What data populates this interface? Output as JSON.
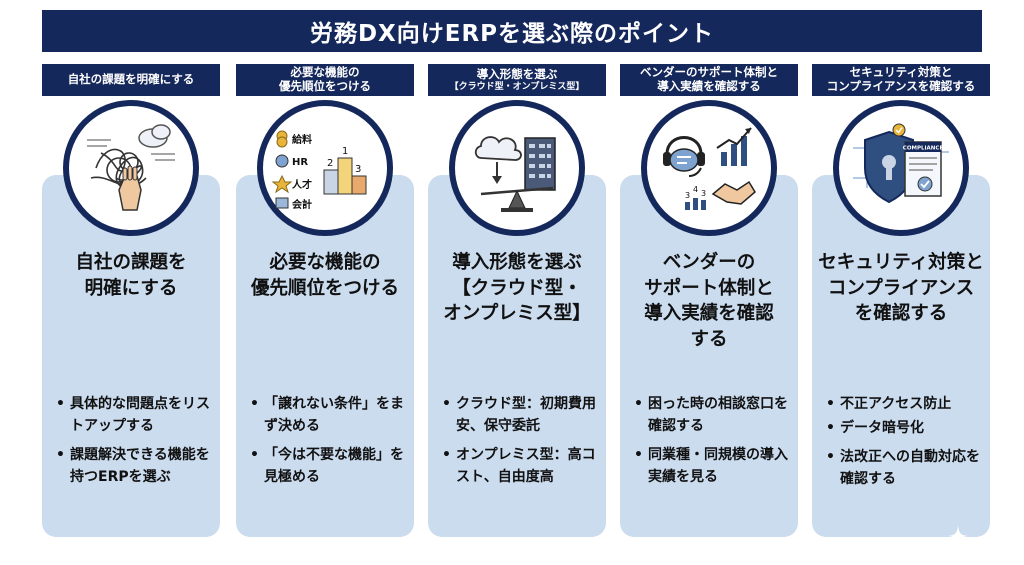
{
  "title": "労務DX向けERPを選ぶ際のポイント",
  "columns": [
    {
      "label_line1": "自社の課題を明確にする",
      "label_line2": "",
      "icon": "tangled-threads-hand-icon",
      "heading_lines": [
        "自社の課題を",
        "明確にする"
      ],
      "bullets": [
        "具体的な問題点をリストアップする",
        "課題解決できる機能を持つERPを選ぶ"
      ]
    },
    {
      "label_line1": "必要な機能の",
      "label_line2": "優先順位をつける",
      "icon": "priority-podium-icon",
      "icon_items": [
        "給料",
        "HR",
        "人才",
        "会計"
      ],
      "podium_numbers": [
        "2",
        "1",
        "3"
      ],
      "heading_lines": [
        "必要な機能の",
        "優先順位をつける"
      ],
      "bullets": [
        "「譲れない条件」をまず決める",
        "「今は不要な機能」を見極める"
      ]
    },
    {
      "label_line1": "導入形態を選ぶ",
      "label_line2": "【クラウド型・オンプレミス型】",
      "icon": "cloud-server-balance-icon",
      "heading_lines": [
        "導入形態を選ぶ",
        "【クラウド型・",
        "オンプレミス型】"
      ],
      "bullets": [
        "クラウド型：初期費用安、保守委託",
        "オンプレミス型：高コスト、自由度高"
      ]
    },
    {
      "label_line1": "ベンダーのサポート体制と",
      "label_line2": "導入実績を確認する",
      "icon": "support-handshake-icon",
      "icon_numbers": [
        "3",
        "4",
        "3"
      ],
      "heading_lines": [
        "ベンダーの",
        "サポート体制と",
        "導入実績を確認",
        "する"
      ],
      "bullets": [
        "困った時の相談窓口を確認する",
        "同業種・同規模の導入実績を見る"
      ]
    },
    {
      "label_line1": "セキュリティ対策と",
      "label_line2": "コンプライアンスを確認する",
      "icon": "security-shield-icon",
      "icon_text": "COMPLIANCE",
      "heading_lines": [
        "セキュリティ対策と",
        "コンプライアンス",
        "を確認する"
      ],
      "bullets": [
        "不正アクセス防止",
        "データ暗号化",
        "法改正への自動対応を確認する"
      ]
    }
  ],
  "colors": {
    "navy": "#15285c",
    "card": "#cbdcef",
    "gold": "#e8b43a"
  }
}
